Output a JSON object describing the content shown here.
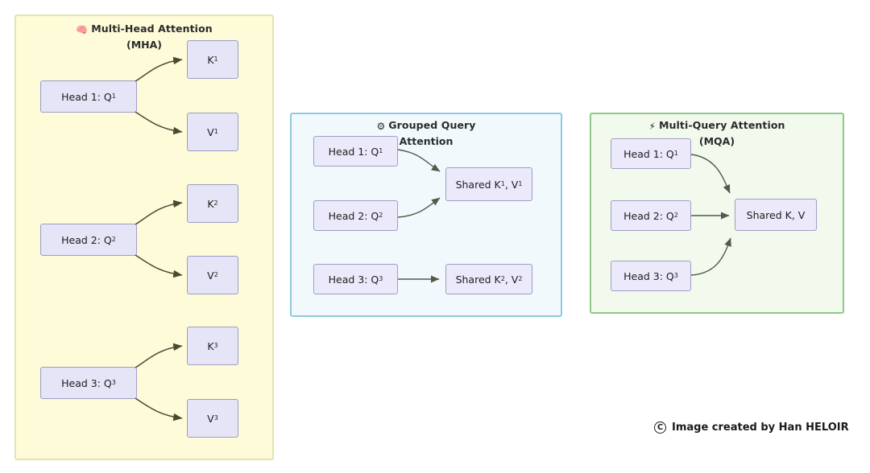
{
  "credit": {
    "symbol": "C",
    "text": "Image created by Han HELOIR"
  },
  "panels": [
    {
      "id": "mha",
      "icon": "brain-icon",
      "icon_glyph": "🧠",
      "title": "Multi-Head Attention",
      "subtitle": "(MHA)",
      "background": "#fdfbd8",
      "border": "#e6e3ae",
      "nodes": [
        {
          "id": "mha-head-1",
          "label": "Head 1: Q",
          "sub": "1"
        },
        {
          "id": "mha-head-2",
          "label": "Head 2: Q",
          "sub": "2"
        },
        {
          "id": "mha-head-3",
          "label": "Head 3: Q",
          "sub": "3"
        },
        {
          "id": "mha-k1",
          "label": "K",
          "sub": "1"
        },
        {
          "id": "mha-v1",
          "label": "V",
          "sub": "1"
        },
        {
          "id": "mha-k2",
          "label": "K",
          "sub": "2"
        },
        {
          "id": "mha-v2",
          "label": "V",
          "sub": "2"
        },
        {
          "id": "mha-k3",
          "label": "K",
          "sub": "3"
        },
        {
          "id": "mha-v3",
          "label": "V",
          "sub": "3"
        }
      ]
    },
    {
      "id": "gqa",
      "icon": "gear-icon",
      "icon_glyph": "⚙",
      "title": "Grouped Query",
      "subtitle": "Attention",
      "background": "#f1f9fd",
      "border": "#8ec9e3",
      "nodes": [
        {
          "id": "gqa-head-1",
          "label": "Head 1: Q",
          "sub": "1"
        },
        {
          "id": "gqa-head-2",
          "label": "Head 2: Q",
          "sub": "2"
        },
        {
          "id": "gqa-head-3",
          "label": "Head 3: Q",
          "sub": "3"
        },
        {
          "id": "gqa-shared-1",
          "label": "Shared K",
          "sub": "1",
          "label2": ", V",
          "sub2": "1"
        },
        {
          "id": "gqa-shared-2",
          "label": "Shared K",
          "sub": "2",
          "label2": ", V",
          "sub2": "2"
        }
      ]
    },
    {
      "id": "mqa",
      "icon": "lightning-icon",
      "icon_glyph": "⚡",
      "title": "Multi-Query Attention",
      "subtitle": "(MQA)",
      "background": "#f1faec",
      "border": "#8fc98a",
      "nodes": [
        {
          "id": "mqa-head-1",
          "label": "Head 1: Q",
          "sub": "1"
        },
        {
          "id": "mqa-head-2",
          "label": "Head 2: Q",
          "sub": "2"
        },
        {
          "id": "mqa-head-3",
          "label": "Head 3: Q",
          "sub": "3"
        },
        {
          "id": "mqa-shared",
          "label": "Shared K, V",
          "sub": ""
        }
      ]
    }
  ],
  "labels": {
    "mha_head1": "Head 1: Q",
    "mha_head1_sub": "1",
    "mha_head2": "Head 2: Q",
    "mha_head2_sub": "2",
    "mha_head3": "Head 3: Q",
    "mha_head3_sub": "3",
    "k1": "K",
    "k1_sub": "1",
    "v1": "V",
    "v1_sub": "1",
    "k2": "K",
    "k2_sub": "2",
    "v2": "V",
    "v2_sub": "2",
    "k3": "K",
    "k3_sub": "3",
    "v3": "V",
    "v3_sub": "3",
    "gqa_head1": "Head 1: Q",
    "gqa_head1_sub": "1",
    "gqa_head2": "Head 2: Q",
    "gqa_head2_sub": "2",
    "gqa_head3": "Head 3: Q",
    "gqa_head3_sub": "3",
    "gqa_shared1_a": "Shared K",
    "gqa_shared1_sub1": "1",
    "gqa_shared1_b": ", V",
    "gqa_shared1_sub2": "1",
    "gqa_shared2_a": "Shared K",
    "gqa_shared2_sub1": "2",
    "gqa_shared2_b": ", V",
    "gqa_shared2_sub2": "2",
    "mqa_head1": "Head 1: Q",
    "mqa_head1_sub": "1",
    "mqa_head2": "Head 2: Q",
    "mqa_head2_sub": "2",
    "mqa_head3": "Head 3: Q",
    "mqa_head3_sub": "3",
    "mqa_shared": "Shared K, V"
  },
  "colors": {
    "node_fill": "#e6e4f7",
    "node_border": "#9f9dc4",
    "arrow": "#4a4a33",
    "mha_bg": "#fdfbd8",
    "gqa_bg": "#f1f9fd",
    "mqa_bg": "#f1faec"
  }
}
